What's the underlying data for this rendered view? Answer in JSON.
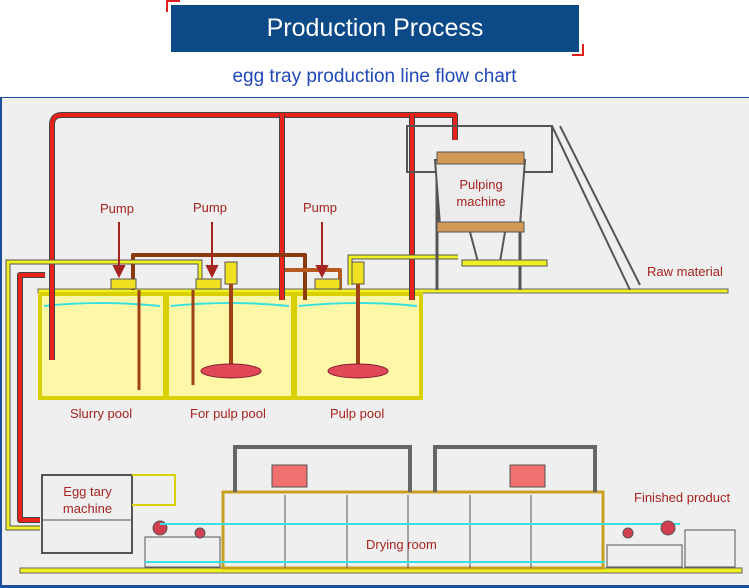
{
  "header": {
    "title": "Production Process",
    "subtitle": "egg tray production line flow chart"
  },
  "diagram": {
    "colors": {
      "title_bg": "#0b4a87",
      "subtitle": "#2148b8",
      "label": "#a52420",
      "pipe_red": "#e8231b",
      "pipe_yellow": "#f0f020",
      "pulp": "#fff7a8",
      "water_line": "#38e0e0",
      "panel_bg": "#efefef"
    },
    "labels": {
      "pump_1": "Pump",
      "pump_2": "Pump",
      "pump_3": "Pump",
      "pulping_machine_line1": "Pulping",
      "pulping_machine_line2": "machine",
      "raw_material": "Raw material",
      "slurry_pool": "Slurry pool",
      "for_pulp_pool": "For pulp pool",
      "pulp_pool": "Pulp pool",
      "egg_tray_machine_line1": "Egg tary",
      "egg_tray_machine_line2": "machine",
      "drying_room": "Drying room",
      "finished_product": "Finished product"
    }
  }
}
